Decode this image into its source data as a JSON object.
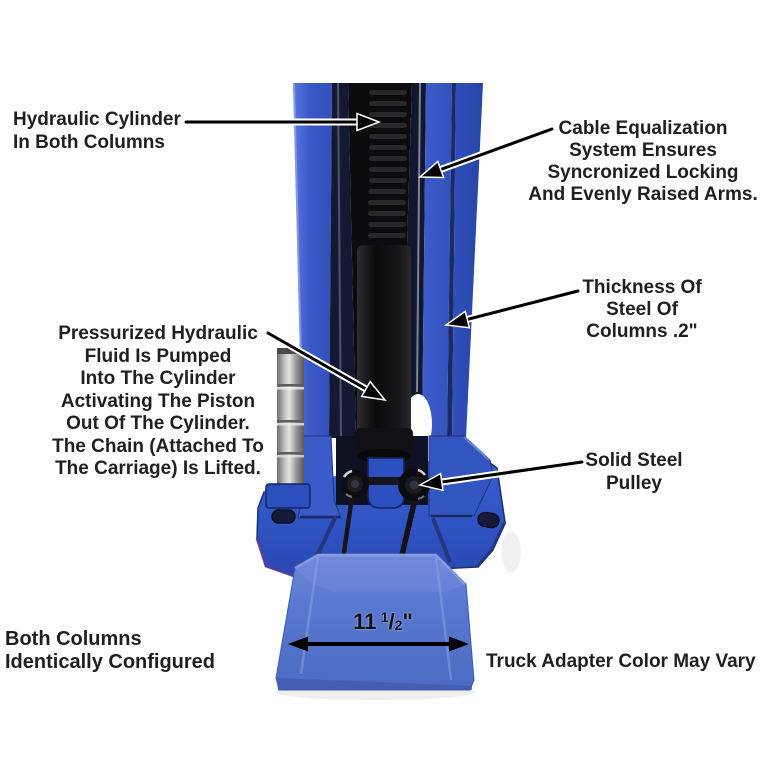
{
  "colors": {
    "column_blue": "#3f5ec9",
    "plate_blue": "#2f54c6",
    "adapter_blue": "#5c7bd2",
    "text": "#1f1f1f",
    "arrow": "#000000"
  },
  "labels": {
    "hydraulic_cylinder": {
      "lines": [
        "Hydraulic Cylinder",
        "In Both Columns"
      ]
    },
    "cable_equalization": {
      "lines": [
        "Cable Equalization",
        "System Ensures",
        "Syncronized Locking",
        "And Evenly Raised Arms."
      ]
    },
    "thickness": {
      "lines": [
        "Thickness Of",
        "Steel Of",
        "Columns .2\""
      ]
    },
    "pressurized": {
      "lines": [
        "Pressurized Hydraulic",
        "Fluid Is Pumped",
        "Into The Cylinder",
        "Activating The Piston",
        "Out Of The Cylinder.",
        "The Chain (Attached To",
        "The Carriage) Is Lifted."
      ]
    },
    "pulley": {
      "lines": [
        "Solid Steel",
        "Pulley"
      ]
    },
    "both_columns": {
      "lines": [
        "Both Columns",
        "Identically Configured"
      ]
    },
    "truck_adapter": {
      "text": "Truck Adapter Color May Vary"
    },
    "dimension": {
      "whole": "11",
      "numerator": "1",
      "slash": "/",
      "denominator": "2",
      "unit": "\""
    }
  }
}
